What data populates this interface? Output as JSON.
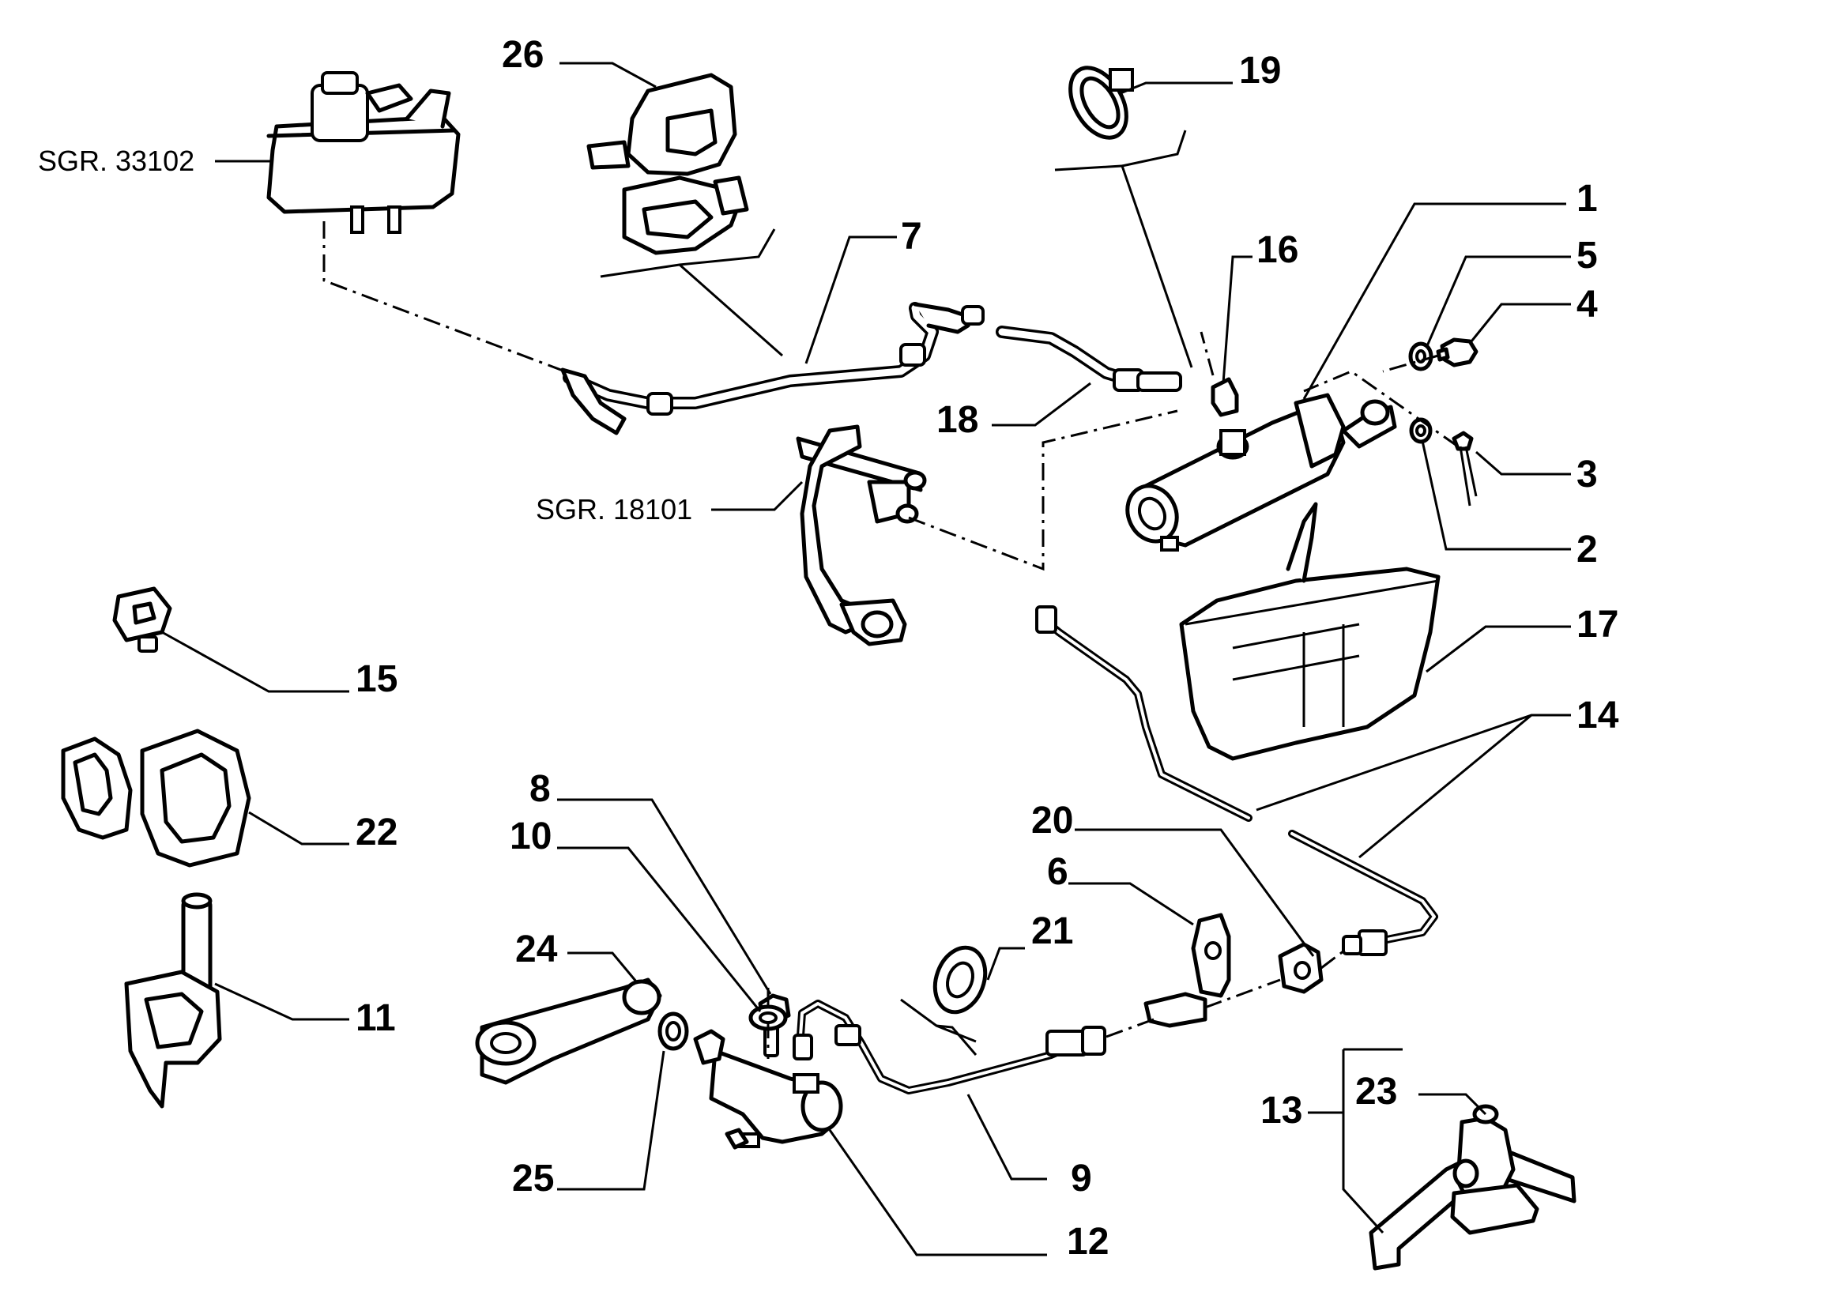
{
  "callouts": {
    "c1": "1",
    "c2": "2",
    "c3": "3",
    "c4": "4",
    "c5": "5",
    "c6": "6",
    "c7": "7",
    "c8": "8",
    "c9": "9",
    "c10": "10",
    "c11": "11",
    "c12": "12",
    "c13": "13",
    "c14": "14",
    "c15": "15",
    "c16": "16",
    "c17": "17",
    "c18": "18",
    "c19": "19",
    "c20": "20",
    "c21": "21",
    "c22": "22",
    "c23": "23",
    "c24": "24",
    "c25": "25",
    "c26": "26",
    "sgr_33102": "SGR. 33102",
    "sgr_18101": "SGR. 18101"
  }
}
